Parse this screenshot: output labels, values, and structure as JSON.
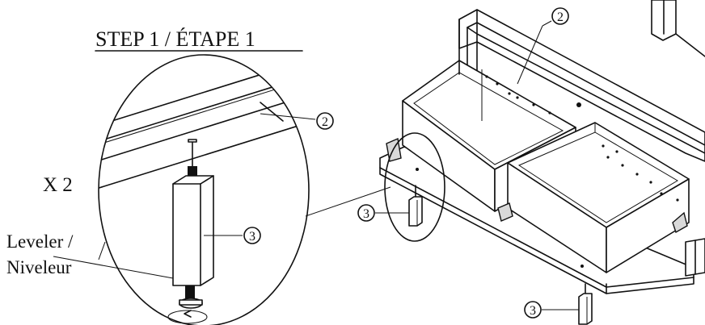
{
  "step_title": "STEP 1 / ÉTAPE 1",
  "quantity": "X 2",
  "leveler_label_line1": "Leveler /",
  "leveler_label_line2": "Niveleur",
  "callouts": {
    "frame_rail": "2",
    "leveler_detail": "3",
    "leveler_small": "3",
    "leveler_front": "3",
    "frame_top": "2"
  }
}
